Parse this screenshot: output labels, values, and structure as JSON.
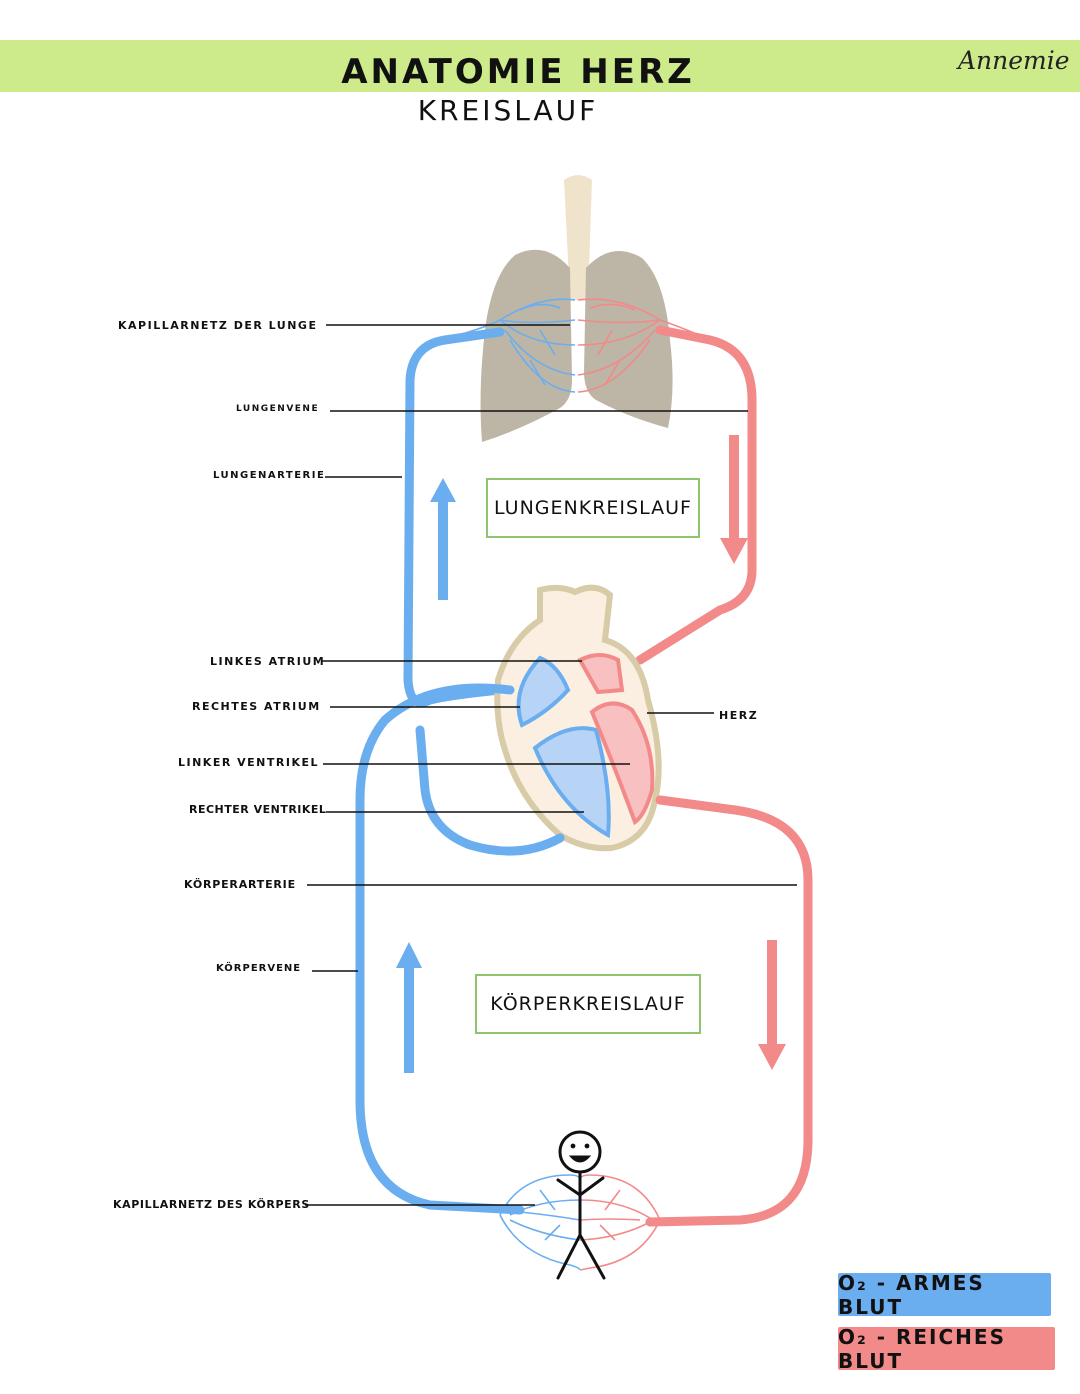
{
  "header": {
    "title": "ANATOMIE HERZ",
    "subtitle": "KREISLAUF",
    "author": "Annemie"
  },
  "labels": {
    "kapillarnetz_lunge": "KAPILLARNETZ DER LUNGE",
    "lungenvene": "LUNGENVENE",
    "lungenarterie": "LUNGENARTERIE",
    "linkes_atrium": "LINKES ATRIUM",
    "rechtes_atrium": "RECHTES ATRIUM",
    "linker_ventrikel": "LINKER VENTRIKEL",
    "rechter_ventrikel": "RECHTER VENTRIKEL",
    "koerperarterie": "KÖRPERARTERIE",
    "koerpervene": "KÖRPERVENE",
    "kapillarnetz_koerper": "KAPILLARNETZ DES KÖRPERS",
    "herz": "HERZ"
  },
  "boxes": {
    "lungenkreislauf": "LUNGENKREISLAUF",
    "koerperkreislauf": "KÖRPERKREISLAUF"
  },
  "legend": {
    "o2_arm": "O₂ - ARMES BLUT",
    "o2_reich": "O₂ - REICHES BLUT"
  },
  "colors": {
    "header_band": "#cdeb8b",
    "o2_arm_blue": "#6aaef0",
    "o2_reich_red": "#f28a8a",
    "lung_gray": "#bdb5a5",
    "heart_outline": "#d8cba8",
    "box_border": "#8cc56e"
  }
}
